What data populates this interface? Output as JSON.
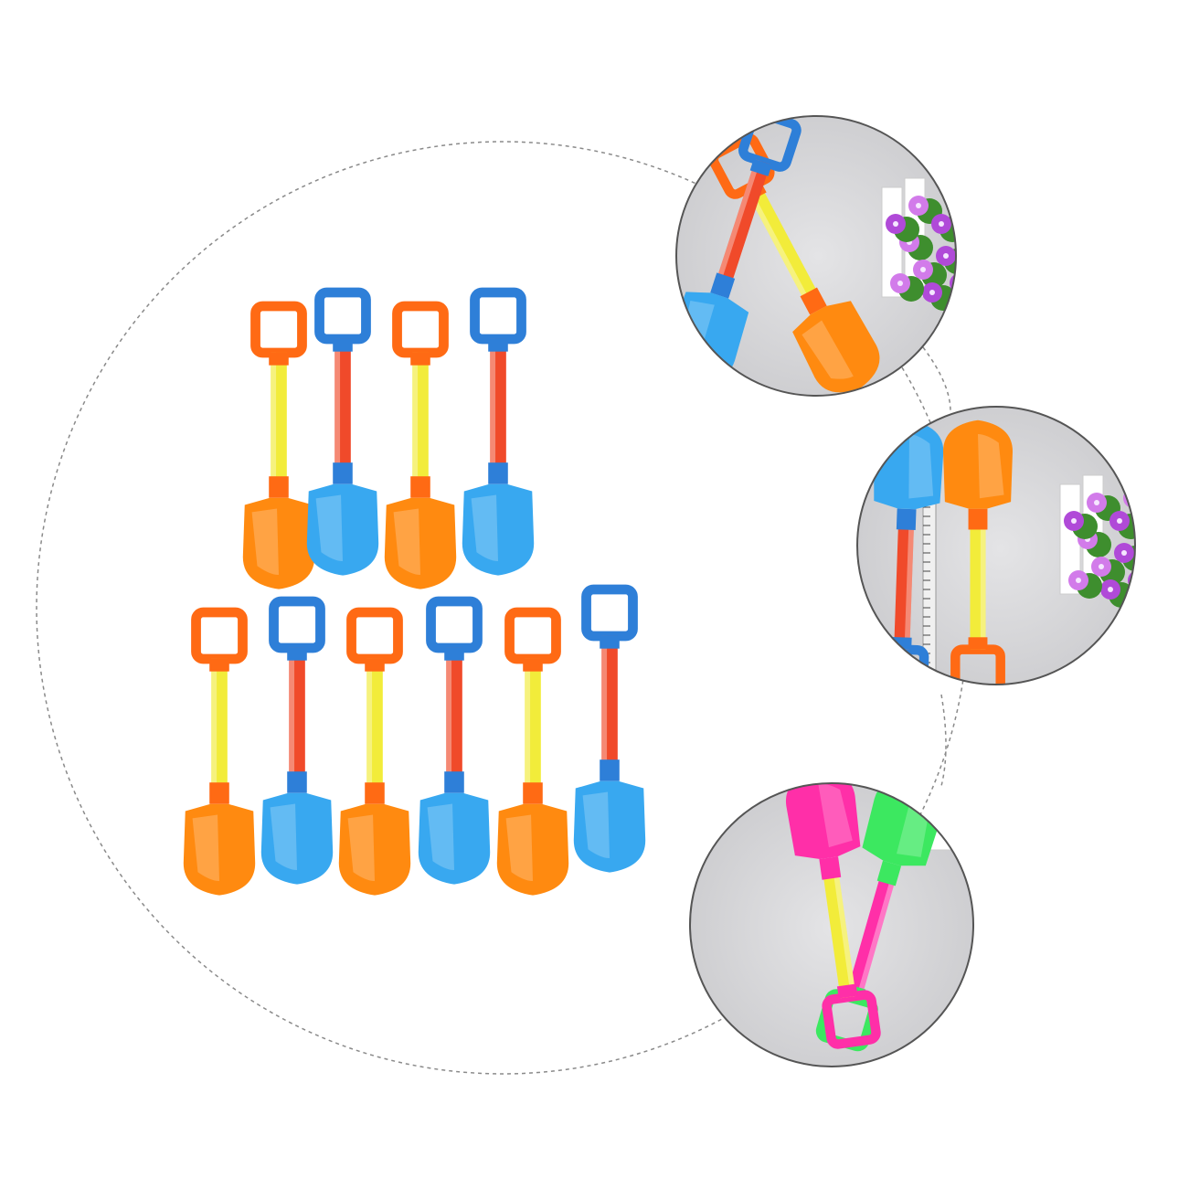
{
  "main_image": {
    "shovel_count": 10,
    "rows": [
      {
        "colors": [
          "orange",
          "blue",
          "orange",
          "blue"
        ]
      },
      {
        "colors": [
          "orange",
          "blue",
          "orange",
          "blue",
          "orange",
          "blue"
        ]
      }
    ]
  },
  "detail_images": [
    {
      "description_icon": "two-crossed-shovels-with-flowers",
      "colors": [
        "orange",
        "blue"
      ]
    },
    {
      "description_icon": "shovel-with-ruler-and-flowers",
      "colors": [
        "orange",
        "blue"
      ]
    },
    {
      "description_icon": "two-crossed-shovels-green-pink",
      "colors": [
        "green",
        "pink"
      ]
    }
  ],
  "colors": {
    "orange_blade": "#FF8A10",
    "orange_handle": "#FF6A14",
    "blue_blade": "#38A8F0",
    "blue_handle": "#2E7FD8",
    "yellow_shaft": "#F2EC3A",
    "red_shaft": "#F04A2A",
    "green": "#3CE860",
    "pink": "#FF2FA8",
    "photo_bg": "#D9D9DC"
  }
}
